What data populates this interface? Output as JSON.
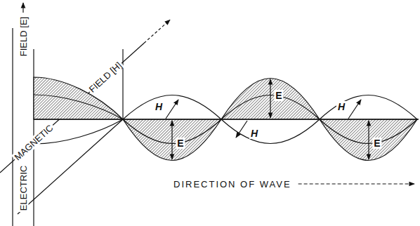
{
  "diagram": {
    "labels": [
      "FIELD [E]",
      "FIELD [H]",
      "MAGNETIC",
      "H",
      "E",
      "H",
      "E",
      "H",
      "E",
      "ELECTRIC",
      "DIRECTION OF WAVE"
    ]
  }
}
